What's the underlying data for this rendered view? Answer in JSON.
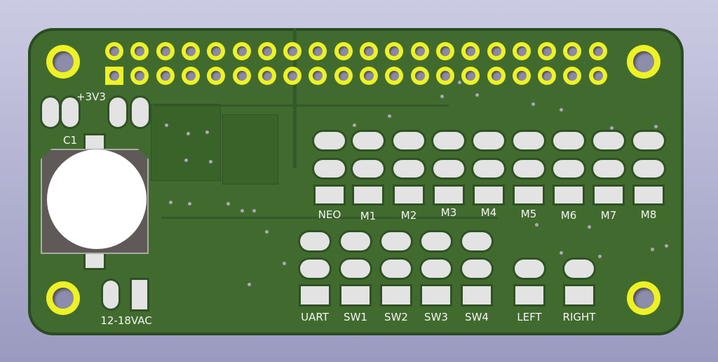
{
  "header": {
    "rows": 2,
    "columns": 20,
    "pin1_shape": "square"
  },
  "silkscreen": {
    "v33": "+3V3",
    "c1": "C1",
    "power": "12-18VAC",
    "top_connectors": [
      "NEO",
      "M1",
      "M2",
      "M3",
      "M4",
      "M5",
      "M6",
      "M7",
      "M8"
    ],
    "bottom_connectors": [
      "UART",
      "SW1",
      "SW2",
      "SW3",
      "SW4"
    ],
    "buttons": [
      "LEFT",
      "RIGHT"
    ]
  },
  "colors": {
    "board": "#416b2e",
    "copper_pad": "#eef224",
    "smd_pad": "#e3e3e3",
    "silkscreen": "#f4f4f4",
    "background": "#b4b4d2"
  }
}
